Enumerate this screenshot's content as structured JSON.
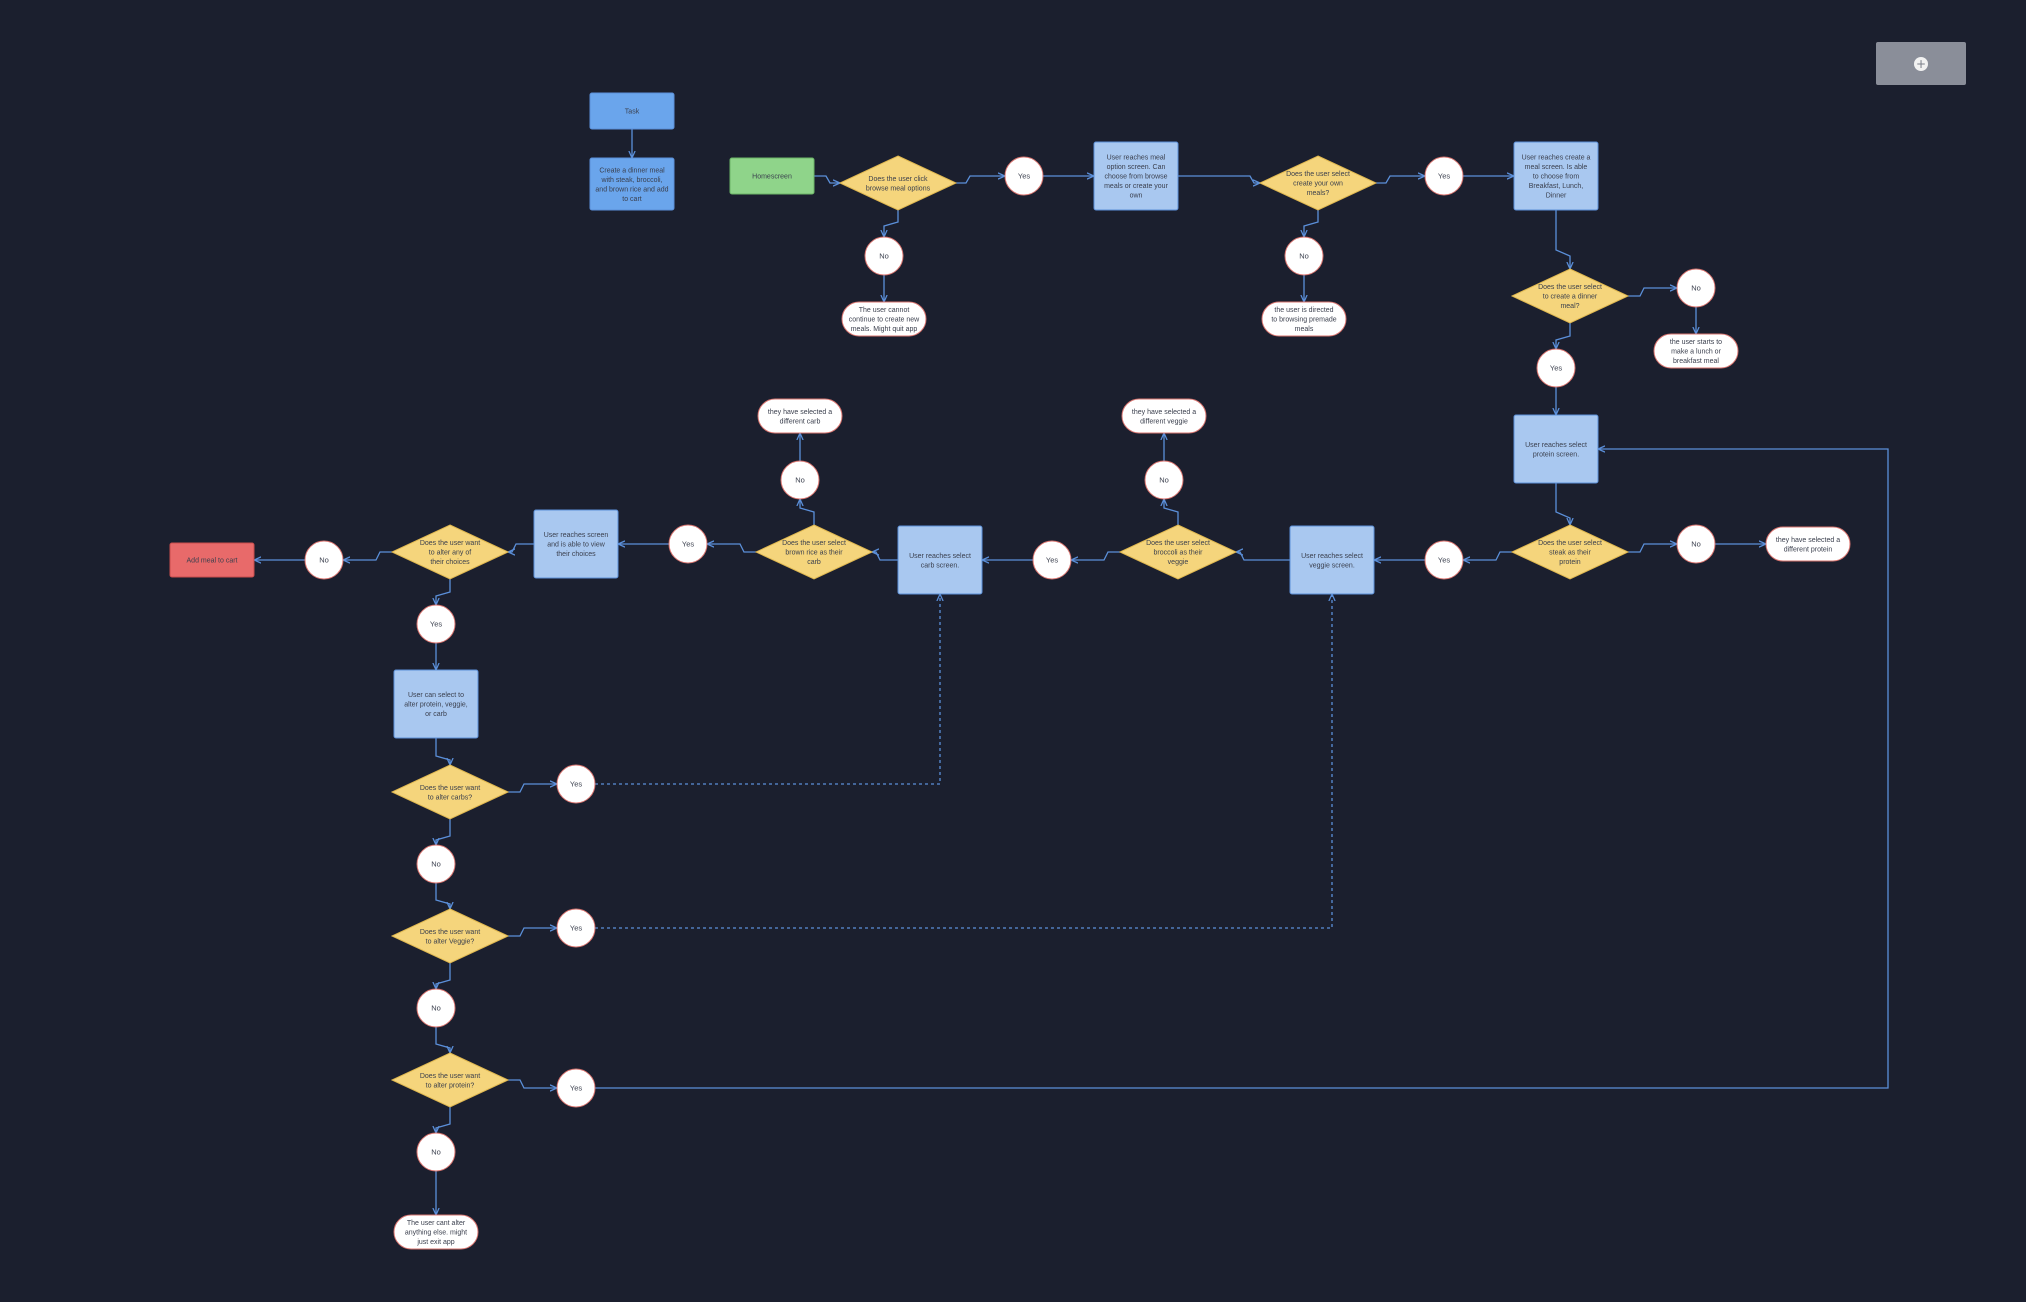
{
  "add_widget": {
    "icon": "plus-icon",
    "symbol": "+"
  },
  "colors": {
    "background": "#1b1f2e",
    "edge": "#5b8fd9",
    "process_fill": "#a9c8f0",
    "task_fill": "#6aa5ec",
    "start_fill": "#8fd48a",
    "end_fill": "#e86a6a",
    "decision_fill": "#f5d57c",
    "terminal_stroke": "#d9746f"
  },
  "nodes": {
    "task": {
      "type": "task",
      "text": "Task"
    },
    "task_desc": {
      "type": "task",
      "text": "Create a dinner meal with steak, broccoli, and brown rice and add to cart"
    },
    "homescreen": {
      "type": "start",
      "text": "Homescreen"
    },
    "d_browse": {
      "type": "decision",
      "text": "Does the user click browse meal options"
    },
    "c_yes1": {
      "type": "circle",
      "text": "Yes"
    },
    "c_no1": {
      "type": "circle",
      "text": "No"
    },
    "t_quit": {
      "type": "terminal",
      "text": "The user cannot continue to create new meals. Might quit app"
    },
    "p_option": {
      "type": "process",
      "text": "User reaches meal option screen. Can choose from browse meals or create your own"
    },
    "d_create_own": {
      "type": "decision",
      "text": "Does the user select create your own meals?"
    },
    "c_yes2": {
      "type": "circle",
      "text": "Yes"
    },
    "c_no2": {
      "type": "circle",
      "text": "No"
    },
    "t_premade": {
      "type": "terminal",
      "text": "the user is directed to browsing premade meals"
    },
    "p_create_screen": {
      "type": "process",
      "text": "User reaches create a meal screen. Is able to choose from Breakfast, Lunch, Dinner"
    },
    "d_dinner": {
      "type": "decision",
      "text": "Does the user select to create a dinner meal?"
    },
    "c_no3": {
      "type": "circle",
      "text": "No"
    },
    "t_lunch": {
      "type": "terminal",
      "text": "the user starts to make a lunch or breakfast meal"
    },
    "c_yes3": {
      "type": "circle",
      "text": "Yes"
    },
    "p_protein": {
      "type": "process",
      "text": "User reaches select protein screen."
    },
    "d_steak": {
      "type": "decision",
      "text": "Does the user select steak as their protein"
    },
    "c_no4": {
      "type": "circle",
      "text": "No"
    },
    "t_protein": {
      "type": "terminal",
      "text": "they have selected a different protein"
    },
    "c_yes4": {
      "type": "circle",
      "text": "Yes"
    },
    "p_veggie": {
      "type": "process",
      "text": "User reaches select veggie screen."
    },
    "d_broccoli": {
      "type": "decision",
      "text": "Does the user select broccoli as their veggie"
    },
    "c_no5": {
      "type": "circle",
      "text": "No"
    },
    "t_veggie": {
      "type": "terminal",
      "text": "they have selected a different veggie"
    },
    "c_yes5": {
      "type": "circle",
      "text": "Yes"
    },
    "p_carb": {
      "type": "process",
      "text": "User reaches select carb screen."
    },
    "d_rice": {
      "type": "decision",
      "text": "Does the user select brown rice as their carb"
    },
    "c_no6": {
      "type": "circle",
      "text": "No"
    },
    "t_carb": {
      "type": "terminal",
      "text": "they have selected a different carb"
    },
    "c_yes6": {
      "type": "circle",
      "text": "Yes"
    },
    "p_view": {
      "type": "process",
      "text": "User reaches screen and is able to view their choices"
    },
    "d_alter": {
      "type": "decision",
      "text": "Does the user want to alter any of their choices"
    },
    "c_no7": {
      "type": "circle",
      "text": "No"
    },
    "e_cart": {
      "type": "end",
      "text": "Add meal to cart"
    },
    "c_yes7": {
      "type": "circle",
      "text": "Yes"
    },
    "p_alter": {
      "type": "process",
      "text": "User can select to alter protein, veggie, or carb"
    },
    "d_alter_carbs": {
      "type": "decision",
      "text": "Does the user want to alter carbs?"
    },
    "c_yes8": {
      "type": "circle",
      "text": "Yes"
    },
    "c_no8": {
      "type": "circle",
      "text": "No"
    },
    "d_alter_veggie": {
      "type": "decision",
      "text": "Does the user want to alter Veggie?"
    },
    "c_yes9": {
      "type": "circle",
      "text": "Yes"
    },
    "c_no9": {
      "type": "circle",
      "text": "No"
    },
    "d_alter_protein": {
      "type": "decision",
      "text": "Does the user want to alter protein?"
    },
    "c_yes10": {
      "type": "circle",
      "text": "Yes"
    },
    "c_no10": {
      "type": "circle",
      "text": "No"
    },
    "t_exit": {
      "type": "terminal",
      "text": "The user cant alter anything else. might just exit app"
    }
  },
  "edges": [
    [
      "task",
      "task_desc",
      "solid"
    ],
    [
      "homescreen",
      "d_browse",
      "solid"
    ],
    [
      "d_browse",
      "c_yes1",
      "solid"
    ],
    [
      "c_yes1",
      "p_option",
      "solid"
    ],
    [
      "d_browse",
      "c_no1",
      "solid"
    ],
    [
      "c_no1",
      "t_quit",
      "solid"
    ],
    [
      "p_option",
      "d_create_own",
      "solid"
    ],
    [
      "d_create_own",
      "c_yes2",
      "solid"
    ],
    [
      "c_yes2",
      "p_create_screen",
      "solid"
    ],
    [
      "d_create_own",
      "c_no2",
      "solid"
    ],
    [
      "c_no2",
      "t_premade",
      "solid"
    ],
    [
      "p_create_screen",
      "d_dinner",
      "solid"
    ],
    [
      "d_dinner",
      "c_no3",
      "solid"
    ],
    [
      "c_no3",
      "t_lunch",
      "solid"
    ],
    [
      "d_dinner",
      "c_yes3",
      "solid"
    ],
    [
      "c_yes3",
      "p_protein",
      "solid"
    ],
    [
      "p_protein",
      "d_steak",
      "solid"
    ],
    [
      "d_steak",
      "c_no4",
      "solid"
    ],
    [
      "c_no4",
      "t_protein",
      "solid"
    ],
    [
      "d_steak",
      "c_yes4",
      "solid"
    ],
    [
      "c_yes4",
      "p_veggie",
      "solid"
    ],
    [
      "p_veggie",
      "d_broccoli",
      "solid"
    ],
    [
      "d_broccoli",
      "c_no5",
      "solid"
    ],
    [
      "c_no5",
      "t_veggie",
      "solid"
    ],
    [
      "d_broccoli",
      "c_yes5",
      "solid"
    ],
    [
      "c_yes5",
      "p_carb",
      "solid"
    ],
    [
      "p_carb",
      "d_rice",
      "solid"
    ],
    [
      "d_rice",
      "c_no6",
      "solid"
    ],
    [
      "c_no6",
      "t_carb",
      "solid"
    ],
    [
      "d_rice",
      "c_yes6",
      "solid"
    ],
    [
      "c_yes6",
      "p_view",
      "solid"
    ],
    [
      "p_view",
      "d_alter",
      "solid"
    ],
    [
      "d_alter",
      "c_no7",
      "solid"
    ],
    [
      "c_no7",
      "e_cart",
      "solid"
    ],
    [
      "d_alter",
      "c_yes7",
      "solid"
    ],
    [
      "c_yes7",
      "p_alter",
      "solid"
    ],
    [
      "p_alter",
      "d_alter_carbs",
      "solid"
    ],
    [
      "d_alter_carbs",
      "c_yes8",
      "solid"
    ],
    [
      "c_yes8",
      "p_carb",
      "dashed"
    ],
    [
      "d_alter_carbs",
      "c_no8",
      "solid"
    ],
    [
      "c_no8",
      "d_alter_veggie",
      "solid"
    ],
    [
      "d_alter_veggie",
      "c_yes9",
      "solid"
    ],
    [
      "c_yes9",
      "p_veggie",
      "dashed"
    ],
    [
      "d_alter_veggie",
      "c_no9",
      "solid"
    ],
    [
      "c_no9",
      "d_alter_protein",
      "solid"
    ],
    [
      "d_alter_protein",
      "c_yes10",
      "solid"
    ],
    [
      "c_yes10",
      "p_protein",
      "solid"
    ],
    [
      "d_alter_protein",
      "c_no10",
      "solid"
    ],
    [
      "c_no10",
      "t_exit",
      "solid"
    ]
  ]
}
